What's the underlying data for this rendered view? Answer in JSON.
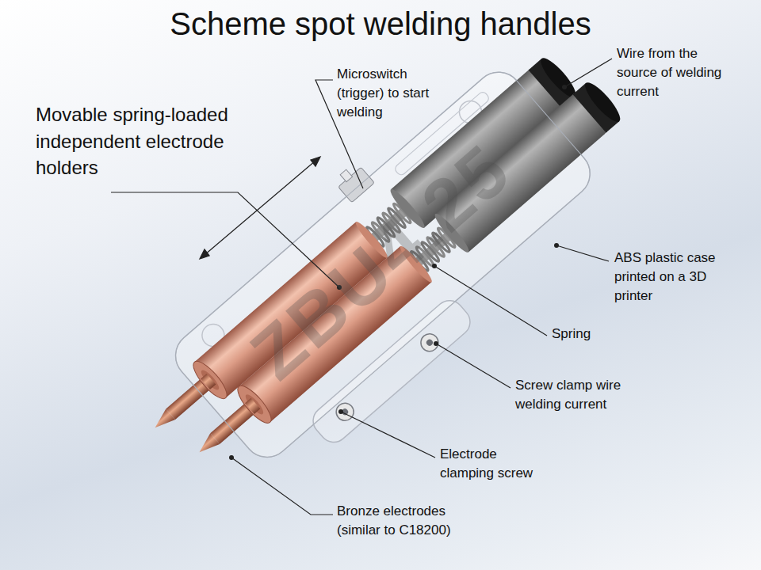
{
  "diagram": {
    "title": "Scheme spot welding handles",
    "labels": [
      "Wire from the source of welding current",
      "Microswitch (trigger) to start welding",
      "Movable spring-loaded independent electrode holders",
      "ABS plastic case printed on a 3D printer",
      "Spring",
      "Screw clamp wire welding current",
      "Electrode clamping screw",
      "Bronze electrodes (similar to C18200)",
      "ZBU4.25"
    ]
  }
}
